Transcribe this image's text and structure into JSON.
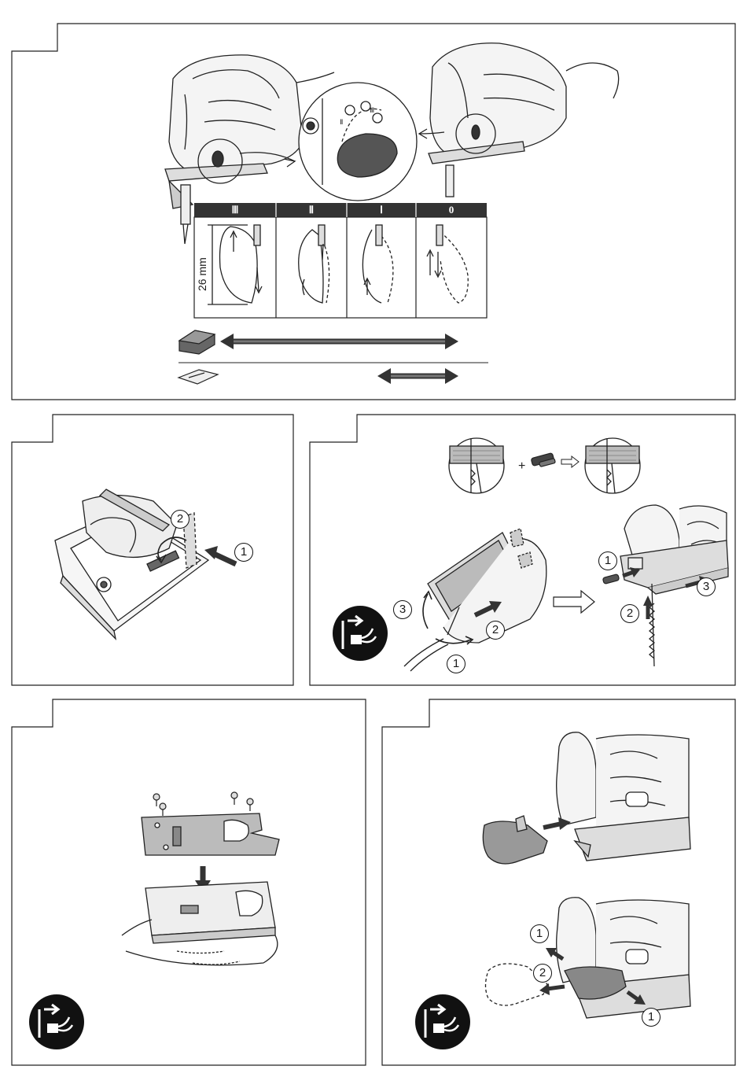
{
  "fig1": {
    "modes": [
      "Ⅲ",
      "Ⅱ",
      "Ⅰ",
      "0"
    ],
    "stroke_label": "26 mm",
    "materials": [
      "wood-block-icon",
      "sheet-metal-icon"
    ]
  },
  "fig2": {
    "steps": [
      "2",
      "1"
    ]
  },
  "fig3": {
    "steps": [
      "1",
      "2",
      "3",
      "2",
      "1",
      "3"
    ]
  },
  "fig4": {
    "icons": [
      "unplug-icon"
    ]
  },
  "fig5": {
    "steps": [
      "1",
      "2",
      "1"
    ]
  },
  "colors": {
    "ink": "#1a1a1a",
    "band": "#333333",
    "arrow": "#555555"
  }
}
